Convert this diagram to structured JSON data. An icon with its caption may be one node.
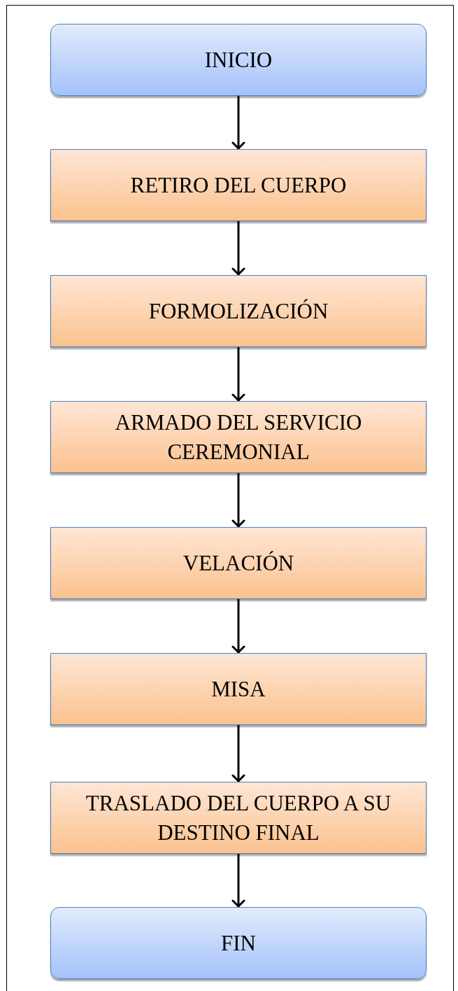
{
  "diagram": {
    "nodes": [
      {
        "text": [
          "INICIO"
        ]
      },
      {
        "text": [
          "RETIRO DEL CUERPO"
        ]
      },
      {
        "text": [
          "FORMOLIZACIÓN"
        ]
      },
      {
        "text": [
          "ARMADO DEL SERVICIO CEREMONIAL"
        ]
      },
      {
        "text": [
          "VELACIÓN"
        ]
      },
      {
        "text": [
          "MISA"
        ]
      },
      {
        "text": [
          "TRASLADO DEL CUERPO A SU DESTINO FINAL"
        ]
      },
      {
        "text": [
          "FIN"
        ]
      }
    ],
    "edges": [
      {
        "from": 0,
        "to": 1,
        "arrow": "to"
      },
      {
        "from": 1,
        "to": 2,
        "arrow": "to"
      },
      {
        "from": 2,
        "to": 3,
        "arrow": "to"
      },
      {
        "from": 3,
        "to": 4,
        "arrow": "to"
      },
      {
        "from": 4,
        "to": 5,
        "arrow": "to"
      },
      {
        "from": 5,
        "to": 6,
        "arrow": "to"
      },
      {
        "from": 6,
        "to": 7,
        "arrow": "to"
      }
    ]
  }
}
